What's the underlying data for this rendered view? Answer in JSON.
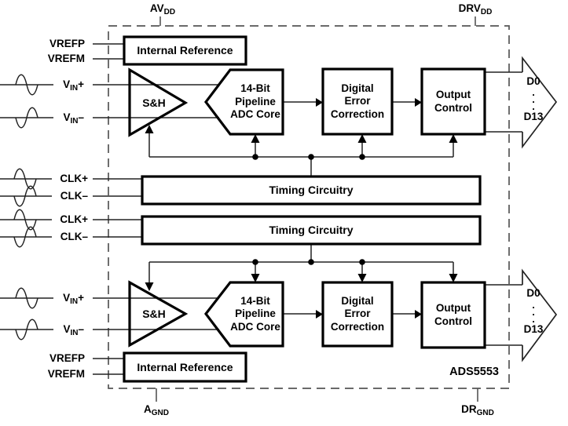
{
  "colors": {
    "ink": "#000000",
    "wire": "#222222",
    "boundary": "#555555",
    "background": "#ffffff"
  },
  "chip_label": "ADS5553",
  "power_pins": {
    "avdd": {
      "main": "AV",
      "sub": "DD"
    },
    "drvdd": {
      "main": "DRV",
      "sub": "DD"
    },
    "agnd": {
      "main": "A",
      "sub": "GND"
    },
    "drgnd": {
      "main": "DR",
      "sub": "GND"
    }
  },
  "channel_a": {
    "vrefp": "VREFP",
    "vrefm": "VREFM",
    "vinp": {
      "main": "V",
      "sub": "IN",
      "suffix": "+"
    },
    "vinm": {
      "main": "V",
      "sub": "IN",
      "suffix": "–"
    },
    "internal_reference": "Internal Reference",
    "sh": "S&H",
    "adc_core": [
      "14-Bit",
      "Pipeline",
      "ADC Core"
    ],
    "dec": [
      "Digital",
      "Error",
      "Correction"
    ],
    "oc": [
      "Output",
      "Control"
    ],
    "bus": {
      "first": "D0",
      "dots": ".\n.\n.",
      "last": "D13"
    }
  },
  "channel_b": {
    "vrefp": "VREFP",
    "vrefm": "VREFM",
    "vinp": {
      "main": "V",
      "sub": "IN",
      "suffix": "+"
    },
    "vinm": {
      "main": "V",
      "sub": "IN",
      "suffix": "–"
    },
    "internal_reference": "Internal Reference",
    "sh": "S&H",
    "adc_core": [
      "14-Bit",
      "Pipeline",
      "ADC Core"
    ],
    "dec": [
      "Digital",
      "Error",
      "Correction"
    ],
    "oc": [
      "Output",
      "Control"
    ],
    "bus": {
      "first": "D0",
      "dots": ".\n.\n.",
      "last": "D13"
    }
  },
  "clocks": {
    "clkp_a": "CLK+",
    "clkm_a": "CLK–",
    "clkp_b": "CLK+",
    "clkm_b": "CLK–",
    "timing_a": "Timing Circuitry",
    "timing_b": "Timing Circuitry"
  }
}
